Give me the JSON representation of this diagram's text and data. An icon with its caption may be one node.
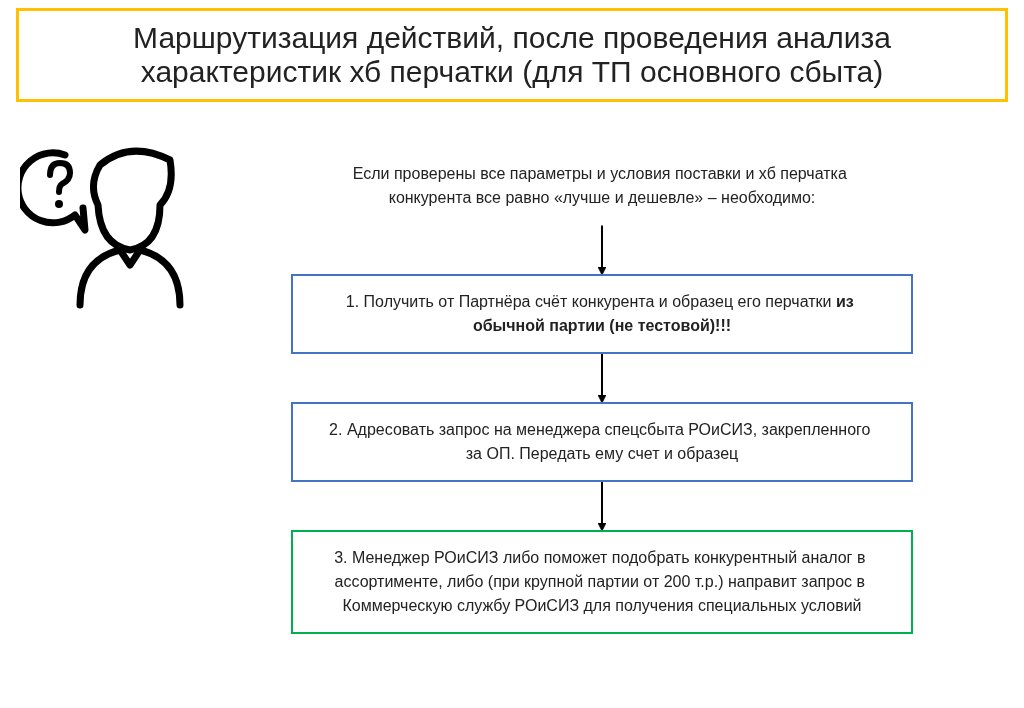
{
  "diagram": {
    "title": "Маршрутизация действий, после проведения анализа характеристик хб перчатки (для ТП основного сбыта)",
    "nodes": [
      {
        "text": [
          "Если проверены все параметры и условия поставки и хб перчатка конкурента все равно «лучше и дешевле» – необходимо:"
        ]
      },
      {
        "text": [
          "1. Получить от Партнёра счёт конкурента и образец его перчатки **из обычной партии (не тестовой)!!!**"
        ]
      },
      {
        "text": [
          "2. Адресовать запрос на менеджера спецсбыта РОиСИЗ, закрепленного за ОП. Передать ему счет и образец"
        ]
      },
      {
        "text": [
          "3. Менеджер РОиСИЗ либо поможет подобрать конкурентный аналог в ассортименте, либо (при крупной партии от 200 т.р.) направит запрос в Коммерческую службу РОиСИЗ для получения специальных условий"
        ]
      }
    ],
    "edges": [
      {
        "from": 0,
        "to": 1,
        "arrow": "to"
      },
      {
        "from": 1,
        "to": 2,
        "arrow": "to"
      },
      {
        "from": 2,
        "to": 3,
        "arrow": "to"
      }
    ]
  }
}
